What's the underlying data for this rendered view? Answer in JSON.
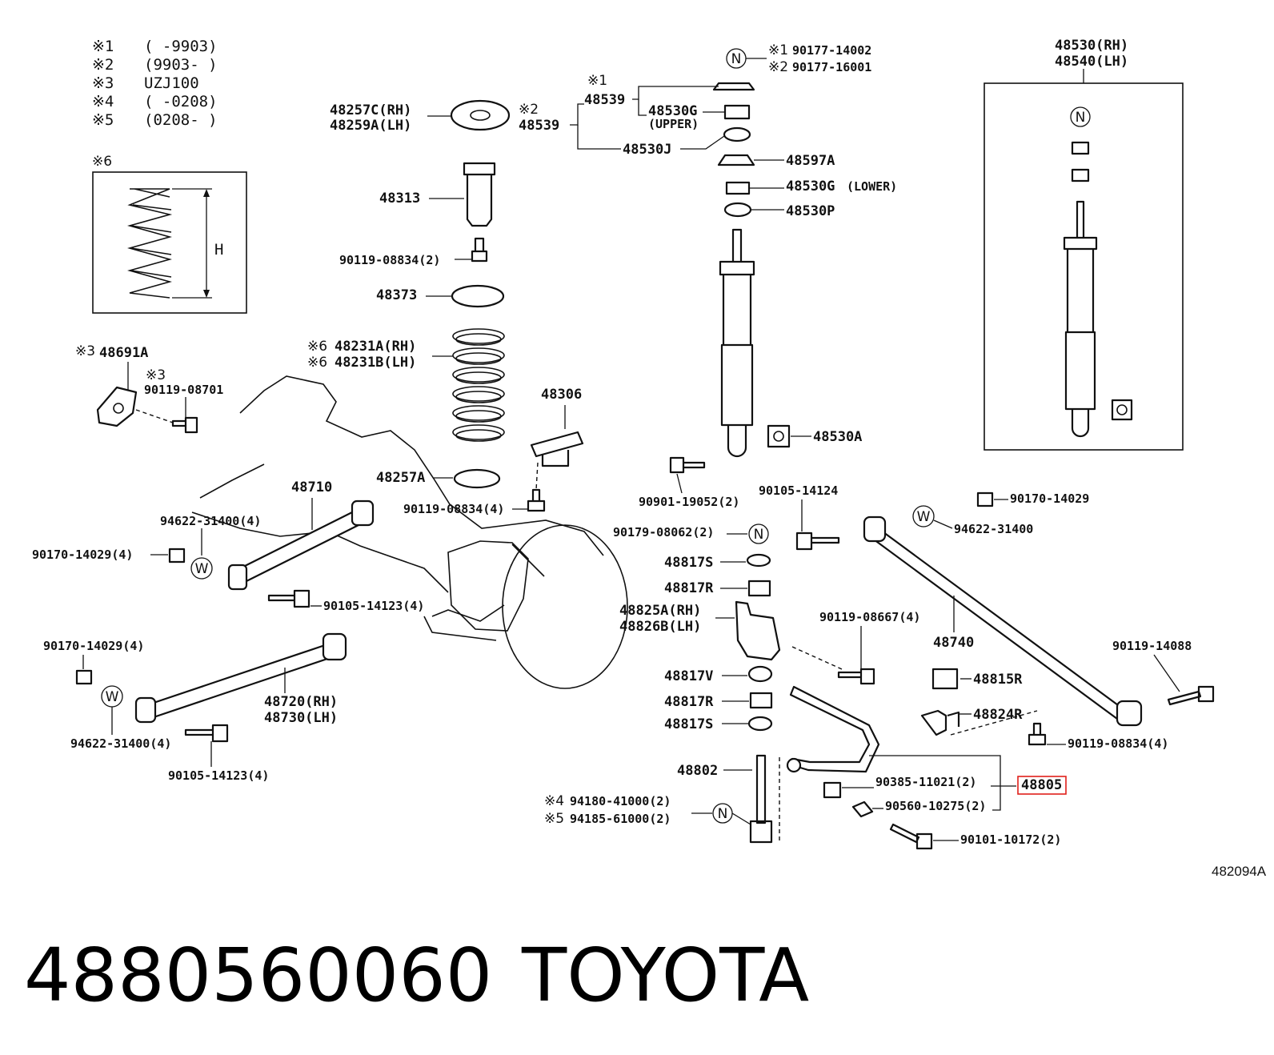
{
  "legend": [
    {
      "mark": "※1",
      "text": "(    -9903)"
    },
    {
      "mark": "※2",
      "text": "(9903-    )"
    },
    {
      "mark": "※3",
      "text": "UZJ100"
    },
    {
      "mark": "※4",
      "text": "(    -0208)"
    },
    {
      "mark": "※5",
      "text": "(0208-    )"
    }
  ],
  "spring_box": {
    "mark": "※6",
    "dim": "H"
  },
  "shock_box": {
    "rh": "48530(RH)",
    "lh": "48540(LH)"
  },
  "circles": {
    "n": "N",
    "w": "W"
  },
  "labels": {
    "p90177_14002": "90177-14002",
    "p90177_16001": "90177-16001",
    "p48539_a": "48539",
    "p48539_b": "48539",
    "p48530g_upper": "48530G",
    "upper": "(UPPER)",
    "p48530j": "48530J",
    "p48597a": "48597A",
    "p48530g_lower": "48530G",
    "lower": "(LOWER)",
    "p48530p": "48530P",
    "p48257c": "48257C(RH)",
    "p48259a": "48259A(LH)",
    "p48313": "48313",
    "p90119_08834_2": "90119-08834(2)",
    "p48373": "48373",
    "p48231a": "48231A(RH)",
    "p48231b": "48231B(LH)",
    "p48306": "48306",
    "p48257a": "48257A",
    "p90119_08834_4a": "90119-08834(4)",
    "p48691a": "48691A",
    "p90119_08701": "90119-08701",
    "p48710": "48710",
    "p94622_31400_4a": "94622-31400(4)",
    "p90170_14029_4a": "90170-14029(4)",
    "p90105_14123_4a": "90105-14123(4)",
    "p90170_14029_4b": "90170-14029(4)",
    "p48720": "48720(RH)",
    "p48730": "48730(LH)",
    "p94622_31400_4b": "94622-31400(4)",
    "p90105_14123_4b": "90105-14123(4)",
    "p48530a": "48530A",
    "p90901_19052": "90901-19052(2)",
    "p90105_14124": "90105-14124",
    "p90179_08062": "90179-08062(2)",
    "p48817s_a": "48817S",
    "p48817r_a": "48817R",
    "p48825a": "48825A(RH)",
    "p48826b": "48826B(LH)",
    "p48817v": "48817V",
    "p48817r_b": "48817R",
    "p48817s_b": "48817S",
    "p48802": "48802",
    "p94180": "94180-41000(2)",
    "p94185": "94185-61000(2)",
    "p90170_14029": "90170-14029",
    "p94622_31400": "94622-31400",
    "p48740": "48740",
    "p90119_08667": "90119-08667(4)",
    "p90119_14088": "90119-14088",
    "p48815r": "48815R",
    "p48824r": "48824R",
    "p90119_08834_4b": "90119-08834(4)",
    "p90385_11021": "90385-11021(2)",
    "p48805": "48805",
    "p90560_10275": "90560-10275(2)",
    "p90101_10172": "90101-10172(2)"
  },
  "diagram_code": "482094A",
  "part_number": "4880560060",
  "brand": "TOYOTA",
  "colors": {
    "ink": "#111111",
    "highlight": "#e0201a",
    "background": "#ffffff"
  }
}
